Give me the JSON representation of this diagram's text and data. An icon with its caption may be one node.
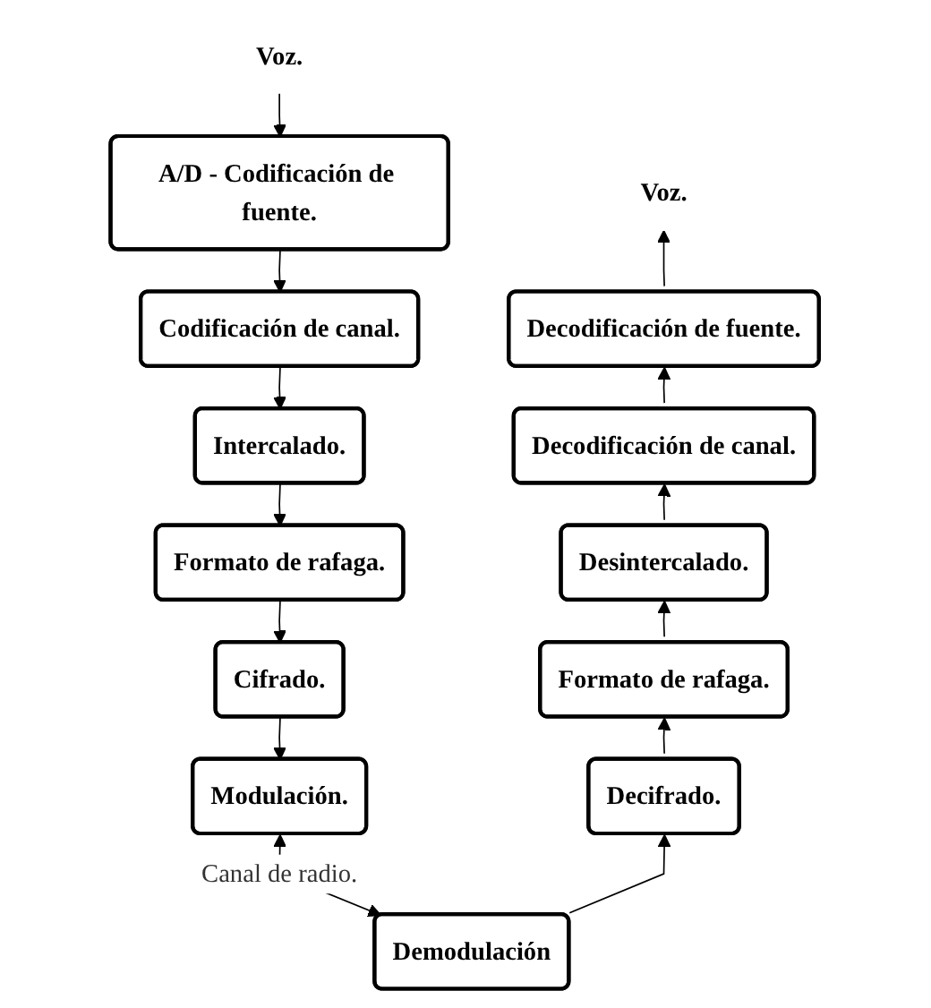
{
  "diagram": {
    "nodes": [
      {
        "text": [
          "Voz."
        ]
      },
      {
        "text": [
          "A/D - Codificación de fuente."
        ]
      },
      {
        "text": [
          "Codificación de canal."
        ]
      },
      {
        "text": [
          "Intercalado."
        ]
      },
      {
        "text": [
          "Formato de rafaga."
        ]
      },
      {
        "text": [
          "Cifrado."
        ]
      },
      {
        "text": [
          "Modulación."
        ]
      },
      {
        "text": [
          "Voz."
        ]
      },
      {
        "text": [
          "Decodificación de fuente."
        ]
      },
      {
        "text": [
          "Decodificación de canal."
        ]
      },
      {
        "text": [
          "Desintercalado."
        ]
      },
      {
        "text": [
          "Formato de rafaga."
        ]
      },
      {
        "text": [
          "Decifrado."
        ]
      },
      {
        "text": [
          "Demodulación"
        ]
      }
    ],
    "edges": [
      {
        "from": 0,
        "to": 1,
        "arrow": "to"
      },
      {
        "from": 1,
        "to": 2,
        "arrow": "to"
      },
      {
        "from": 2,
        "to": 3,
        "arrow": "to"
      },
      {
        "from": 3,
        "to": 4,
        "arrow": "to"
      },
      {
        "from": 4,
        "to": 5,
        "arrow": "to"
      },
      {
        "from": 5,
        "to": 6,
        "arrow": "to"
      },
      {
        "from": 6,
        "to": 13,
        "arrow": "both",
        "label": "Canal de radio."
      },
      {
        "from": 13,
        "to": 12,
        "arrow": "to"
      },
      {
        "from": 12,
        "to": 11,
        "arrow": "to"
      },
      {
        "from": 11,
        "to": 10,
        "arrow": "to"
      },
      {
        "from": 10,
        "to": 9,
        "arrow": "to"
      },
      {
        "from": 9,
        "to": 8,
        "arrow": "to"
      },
      {
        "from": 8,
        "to": 7,
        "arrow": "to"
      }
    ]
  }
}
